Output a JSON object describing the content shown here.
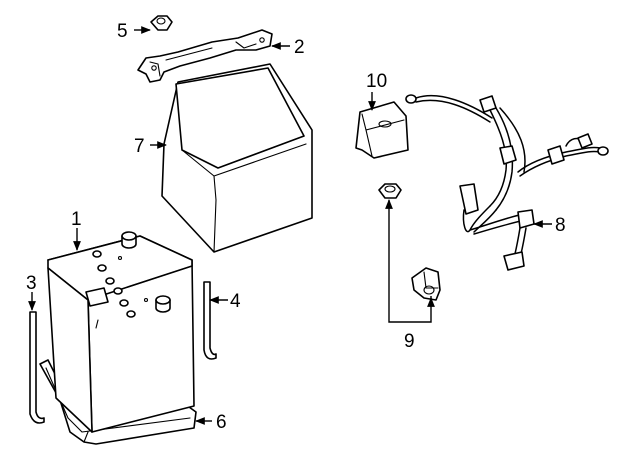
{
  "diagram": {
    "callouts": {
      "c1": "1",
      "c2": "2",
      "c3": "3",
      "c4": "4",
      "c5": "5",
      "c6": "6",
      "c7": "7",
      "c8": "8",
      "c9": "9",
      "c10": "10"
    },
    "colors": {
      "line": "#000000",
      "background": "#ffffff"
    }
  }
}
